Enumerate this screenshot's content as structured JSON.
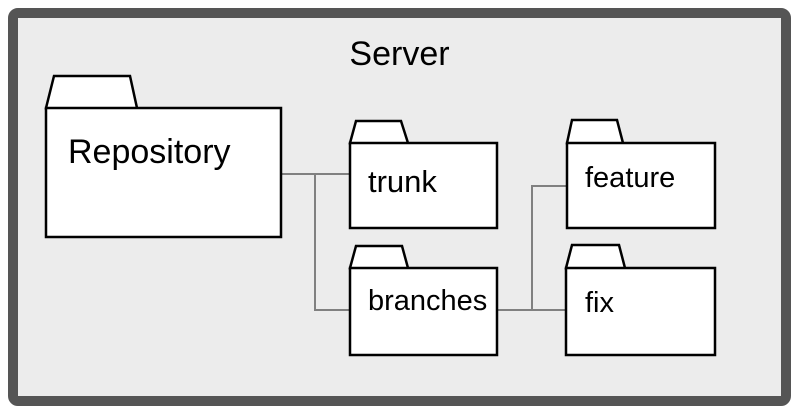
{
  "diagram": {
    "title": "Server",
    "nodes": [
      {
        "id": "repository",
        "label": "Repository"
      },
      {
        "id": "trunk",
        "label": "trunk"
      },
      {
        "id": "branches",
        "label": "branches"
      },
      {
        "id": "feature",
        "label": "feature"
      },
      {
        "id": "fix",
        "label": "fix"
      }
    ],
    "edges": [
      {
        "from": "Repository",
        "to": "trunk"
      },
      {
        "from": "Repository",
        "to": "branches"
      },
      {
        "from": "branches",
        "to": "feature"
      },
      {
        "from": "branches",
        "to": "fix"
      }
    ],
    "colors": {
      "frame_border": "#555555",
      "canvas_background": "#ececec",
      "node_fill": "#ffffff",
      "node_border": "#000000",
      "connector": "#808080",
      "text": "#000000"
    }
  }
}
